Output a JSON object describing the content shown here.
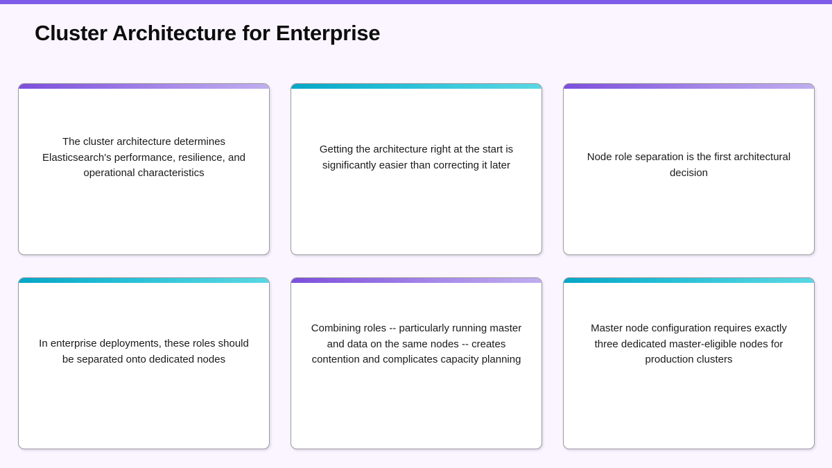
{
  "theme": {
    "page_background": "#faf5ff",
    "top_bar_color": "#7c5ce8",
    "accent_purple_from": "#7c4fdc",
    "accent_purple_to": "#c0aeef",
    "accent_teal_from": "#06a6c6",
    "accent_teal_to": "#5ad7e3",
    "card_background": "#ffffff",
    "title_color": "#0d0d0d",
    "body_text_color": "#1a1a1a"
  },
  "header": {
    "title": "Cluster Architecture for Enterprise"
  },
  "cards": [
    {
      "text": "The cluster architecture determines Elasticsearch's performance, resilience, and operational characteristics",
      "accent": "purple"
    },
    {
      "text": "Getting the architecture right at the start is significantly easier than correcting it later",
      "accent": "teal"
    },
    {
      "text": "Node role separation is the first architectural decision",
      "accent": "purple"
    },
    {
      "text": "In enterprise deployments, these roles should be separated onto dedicated nodes",
      "accent": "teal"
    },
    {
      "text": "Combining roles -- particularly running master and data on the same nodes -- creates contention and complicates capacity planning",
      "accent": "purple"
    },
    {
      "text": "Master node configuration requires exactly three dedicated master-eligible nodes for production clusters",
      "accent": "teal"
    }
  ]
}
